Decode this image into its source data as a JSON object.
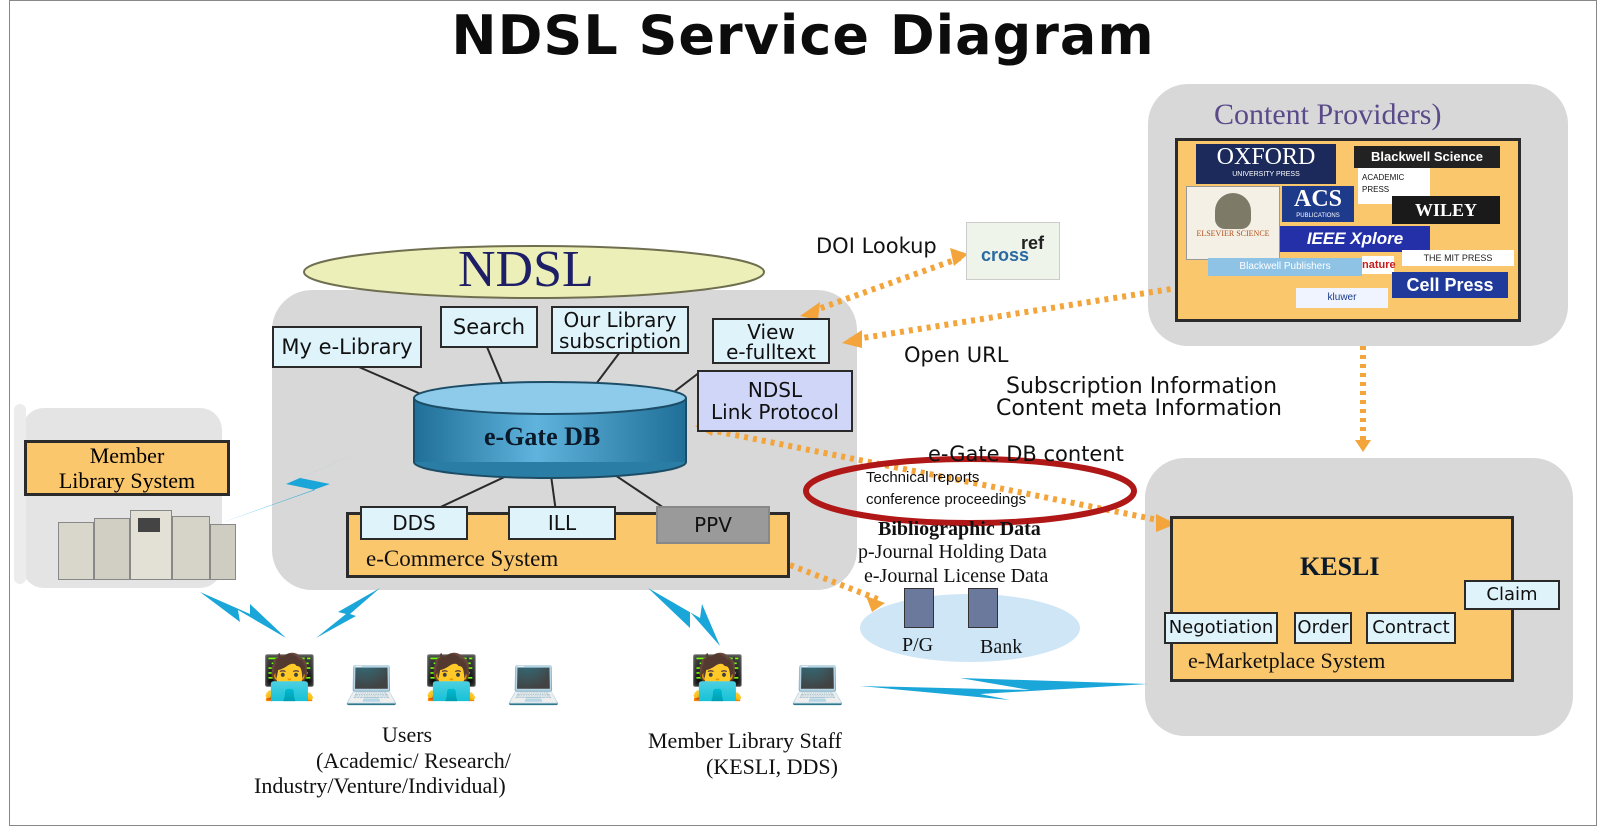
{
  "title": "NDSL Service Diagram",
  "ndsl": {
    "oval_label": "NDSL",
    "boxes": {
      "my_elibrary": "My e-Library",
      "search": "Search",
      "our_library_1": "Our Library",
      "our_library_2": "subscription",
      "view_1": "View",
      "view_2": "e-fulltext",
      "link_1": "NDSL",
      "link_2": "Link Protocol"
    },
    "db_label": "e-Gate DB",
    "ecommerce": {
      "dds": "DDS",
      "ill": "ILL",
      "ppv": "PPV",
      "label": "e-Commerce System"
    }
  },
  "member_library": {
    "line1": "Member",
    "line2": "Library System"
  },
  "content_providers": {
    "title": "Content Providers)",
    "logos": {
      "oxford": "OXFORD",
      "oxford_sub": "UNIVERSITY PRESS",
      "blackwell": "Blackwell Science",
      "academic_press": "ACADEMIC PRESS",
      "acs": "ACS",
      "acs_sub": "PUBLICATIONS",
      "wiley": "WILEY",
      "elsevier": "ELSEVIER SCIENCE",
      "ieee": "IEEE Xplore",
      "blackwell_pub": "Blackwell Publishers",
      "nature": "nature",
      "mit": "THE MIT PRESS",
      "cell": "Cell Press",
      "kluwer": "kluwer"
    }
  },
  "links": {
    "doi_lookup": "DOI Lookup",
    "crossref_1": "cross",
    "crossref_2": "ref",
    "open_url": "Open URL",
    "subscription_info": "Subscription Information",
    "content_meta": "Content meta Information",
    "egate_content": "e-Gate DB content",
    "tech_reports": "Technical reports",
    "conference": "conference proceedings",
    "bibliographic": "Bibliographic Data",
    "pjournal": "p-Journal Holding Data",
    "ejournal": "e-Journal License Data"
  },
  "payment": {
    "pg": "P/G",
    "bank": "Bank"
  },
  "kesli": {
    "db_label": "KESLI",
    "claim": "Claim",
    "negotiation": "Negotiation",
    "order": "Order",
    "contract": "Contract",
    "label": "e-Marketplace System"
  },
  "users": {
    "line1": "Users",
    "line2": "(Academic/ Research/",
    "line3": "Industry/Venture/Individual)"
  },
  "staff": {
    "line1": "Member Library Staff",
    "line2": "(KESLI, DDS)"
  },
  "colors": {
    "panel": "#d8d8d8",
    "orange": "#fbc76c",
    "light_box": "#dff3fb",
    "db_blue": "#2f8db8",
    "link_box": "#cfd6f7",
    "ppv": "#9a9a9a",
    "highlight_ellipse": "#b01818",
    "connector": "#f3a43a",
    "lightning": "#1aa6d8"
  }
}
